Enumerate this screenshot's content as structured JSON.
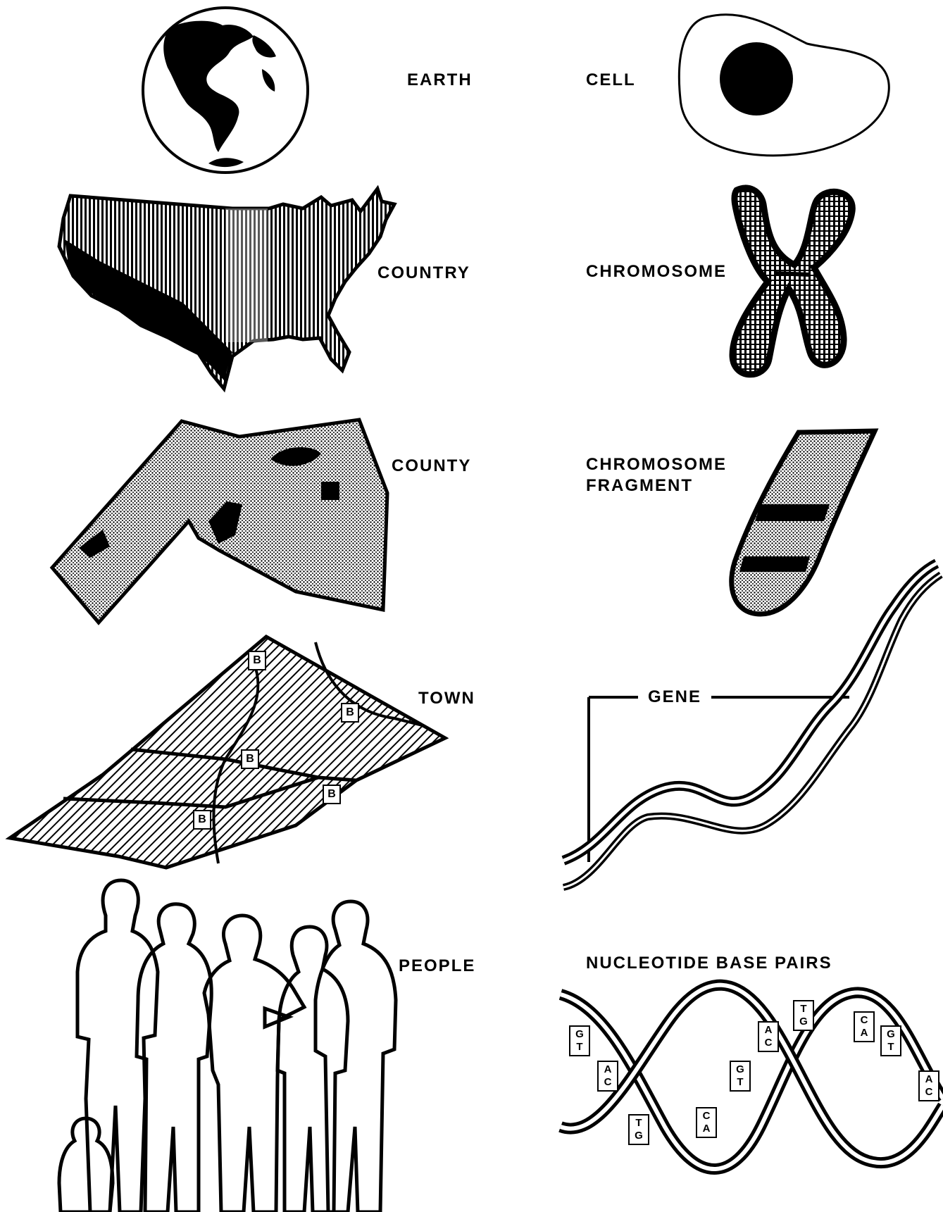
{
  "colors": {
    "ink": "#000000",
    "paper": "#ffffff"
  },
  "left_scale": {
    "earth": "EARTH",
    "country": "COUNTRY",
    "county": "COUNTY",
    "town": "TOWN",
    "people": "PEOPLE"
  },
  "right_scale": {
    "cell": "CELL",
    "chromosome": "CHROMOSOME",
    "chromosome_fragment_line1": "CHROMOSOME",
    "chromosome_fragment_line2": "FRAGMENT",
    "gene": "GENE",
    "nucleotide": "NUCLEOTIDE BASE PAIRS"
  },
  "town_markers": [
    "B",
    "B",
    "B",
    "B",
    "B"
  ],
  "base_pairs": [
    {
      "top": "G",
      "bottom": "T"
    },
    {
      "top": "A",
      "bottom": "C"
    },
    {
      "top": "T",
      "bottom": "G"
    },
    {
      "top": "C",
      "bottom": "A"
    },
    {
      "top": "G",
      "bottom": "T"
    },
    {
      "top": "A",
      "bottom": "C"
    },
    {
      "top": "T",
      "bottom": "G"
    },
    {
      "top": "C",
      "bottom": "A"
    },
    {
      "top": "G",
      "bottom": "T"
    },
    {
      "top": "A",
      "bottom": "C"
    }
  ]
}
